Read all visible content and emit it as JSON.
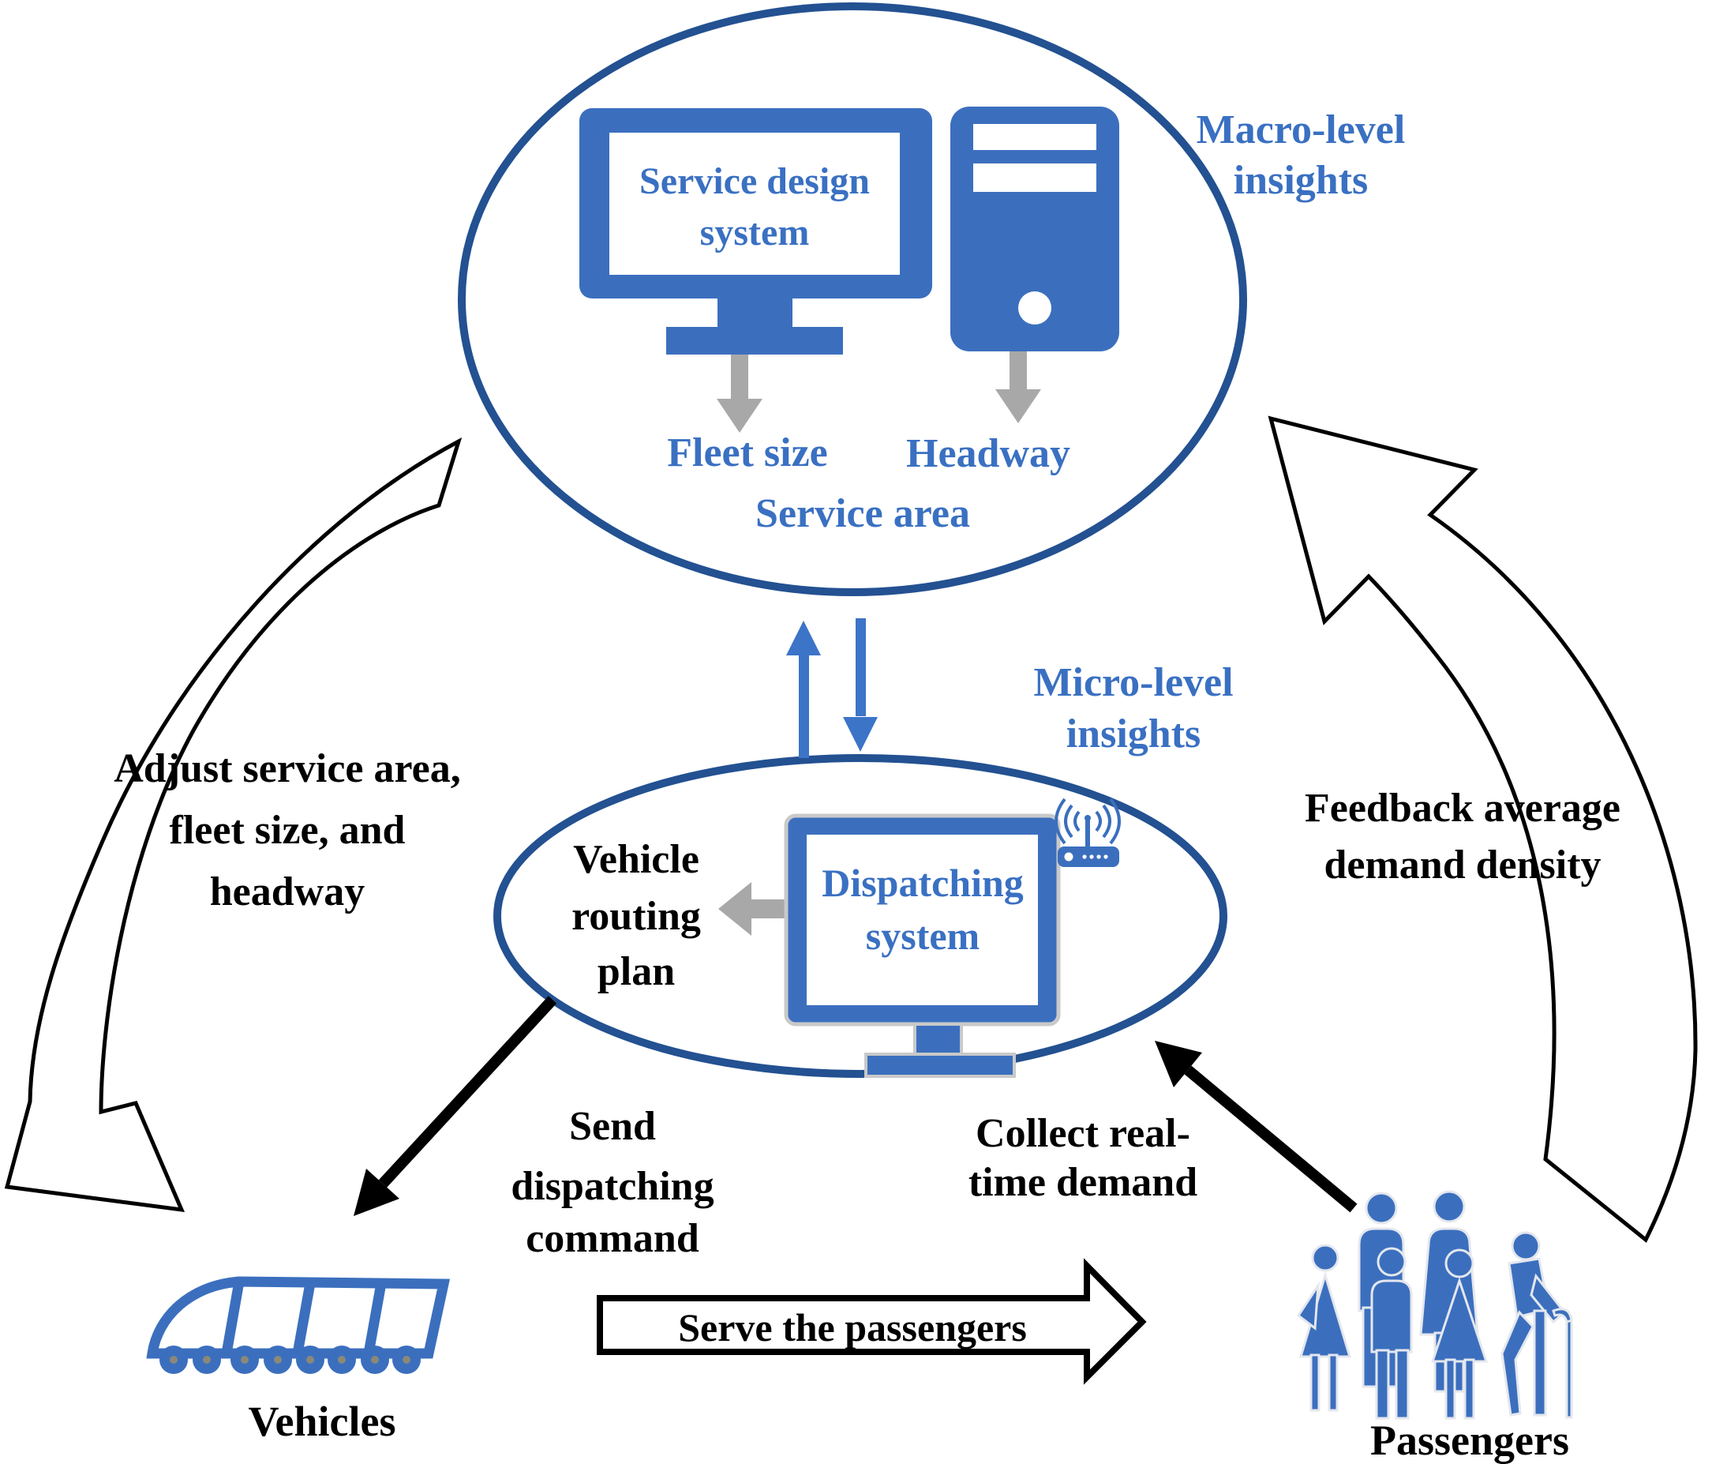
{
  "colors": {
    "icon_blue": "#3B6FBE",
    "ellipse_stroke": "#235191",
    "text_blue": "#3A70C2",
    "arrow_blue": "#3C74C8",
    "gray_arrow": "#A8A8A8",
    "black": "#000000",
    "white": "#FFFFFF",
    "wheel_hub": "#8B8878",
    "monitor_outline": "#C9C9C9",
    "figure_outline": "#E4E7EE"
  },
  "top_system": {
    "monitor_line1": "Service design",
    "monitor_line2": "system",
    "insights_line1": "Macro-level",
    "insights_line2": "insights",
    "outputs": {
      "fleet_size": "Fleet size",
      "headway": "Headway",
      "service_area": "Service area"
    }
  },
  "dispatch_system": {
    "monitor_line1": "Dispatching",
    "monitor_line2": "system",
    "insights_line1": "Micro-level",
    "insights_line2": "insights",
    "routing_line1": "Vehicle",
    "routing_line2": "routing",
    "routing_line3": "plan"
  },
  "flows": {
    "adjust_line1": "Adjust service area,",
    "adjust_line2": "fleet size, and",
    "adjust_line3": "headway",
    "feedback_line1": "Feedback average",
    "feedback_line2": "demand density",
    "send_line1": "Send",
    "send_line2": "dispatching",
    "send_line3": "command",
    "collect_line1": "Collect real-",
    "collect_line2": "time demand",
    "serve": "Serve the passengers"
  },
  "entities": {
    "vehicles_label": "Vehicles",
    "passengers_label": "Passengers"
  },
  "icons": [
    {
      "name": "service-design-monitor-icon",
      "glyph": "desktop-monitor"
    },
    {
      "name": "computer-tower-icon",
      "glyph": "desktop-tower"
    },
    {
      "name": "dispatching-monitor-icon",
      "glyph": "desktop-monitor"
    },
    {
      "name": "wifi-router-icon",
      "glyph": "router-with-antenna"
    },
    {
      "name": "tram-icon",
      "glyph": "articulated-transit-vehicle"
    },
    {
      "name": "passengers-group-icon",
      "glyph": "people-group"
    }
  ]
}
